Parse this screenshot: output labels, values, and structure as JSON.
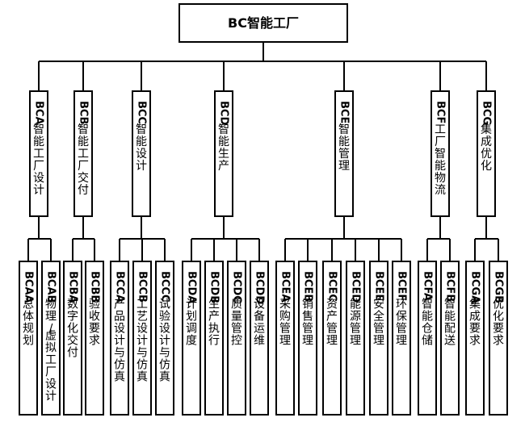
{
  "root": {
    "code": "BC",
    "name": "智能工厂"
  },
  "groups": [
    {
      "code": "BCA",
      "name": "智能工厂设计",
      "children": [
        {
          "code": "BCAA",
          "name": "总体规划"
        },
        {
          "code": "BCAB",
          "name": "物理/虚拟工厂设计"
        }
      ]
    },
    {
      "code": "BCB",
      "name": "智能工厂交付",
      "children": [
        {
          "code": "BCBA",
          "name": "数字化交付"
        },
        {
          "code": "BCBB",
          "name": "验收要求"
        }
      ]
    },
    {
      "code": "BCC",
      "name": "智能设计",
      "children": [
        {
          "code": "BCCA",
          "name": "产品设计与仿真"
        },
        {
          "code": "BCCB",
          "name": "工艺设计与仿真"
        },
        {
          "code": "BCCC",
          "name": "试验设计与仿真"
        }
      ]
    },
    {
      "code": "BCD",
      "name": "智能生产",
      "children": [
        {
          "code": "BCDA",
          "name": "计划调度"
        },
        {
          "code": "BCDB",
          "name": "生产执行"
        },
        {
          "code": "BCDC",
          "name": "质量管控"
        },
        {
          "code": "BCDD",
          "name": "设备运维"
        }
      ]
    },
    {
      "code": "BCE",
      "name": "智能管理",
      "children": [
        {
          "code": "BCEA",
          "name": "采购管理"
        },
        {
          "code": "BCEB",
          "name": "销售管理"
        },
        {
          "code": "BCEC",
          "name": "资产管理"
        },
        {
          "code": "BCED",
          "name": "能源管理"
        },
        {
          "code": "BCEE",
          "name": "安全管理"
        },
        {
          "code": "BCEF",
          "name": "环保管理"
        }
      ]
    },
    {
      "code": "BCF",
      "name": "工厂智能物流",
      "children": [
        {
          "code": "BCFA",
          "name": "智能仓储"
        },
        {
          "code": "BCFB",
          "name": "智能配送"
        }
      ]
    },
    {
      "code": "BCG",
      "name": "集成优化",
      "children": [
        {
          "code": "BCGA",
          "name": "集成要求"
        },
        {
          "code": "BCGB",
          "name": "优化要求"
        }
      ]
    }
  ]
}
